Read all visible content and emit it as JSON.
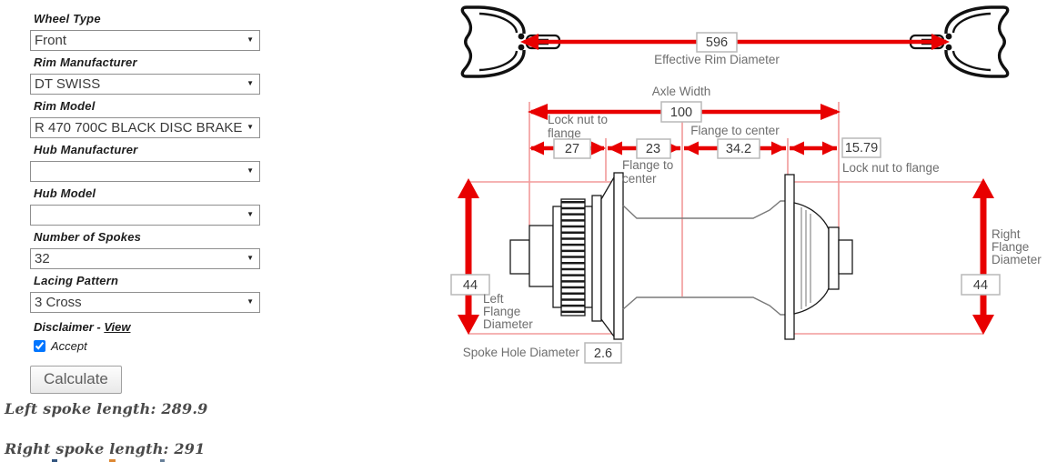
{
  "form": {
    "fields": [
      {
        "label": "Wheel Type",
        "value": "Front"
      },
      {
        "label": "Rim Manufacturer",
        "value": "DT SWISS"
      },
      {
        "label": "Rim Model",
        "value": "R 470 700C BLACK DISC BRAKE"
      },
      {
        "label": "Hub Manufacturer",
        "value": ""
      },
      {
        "label": "Hub Model",
        "value": ""
      },
      {
        "label": "Number of Spokes",
        "value": "32"
      },
      {
        "label": "Lacing Pattern",
        "value": "3 Cross"
      }
    ],
    "disclaimer_label": "Disclaimer -",
    "disclaimer_link": "View",
    "accept_label": "Accept",
    "accept_checked": true,
    "calculate_label": "Calculate"
  },
  "results": {
    "left": "Left spoke length: 289.9",
    "right": "Right spoke length: 291"
  },
  "icons": {
    "dropdown_arrow": "▼"
  },
  "colors": {
    "arrow_red": "#e80000",
    "construction_pink": "#f29a9a",
    "diagram_label_gray": "#6e6e6e"
  },
  "diagram": {
    "effective_rim_diameter": {
      "label": "Effective Rim Diameter",
      "value": "596"
    },
    "axle_width": {
      "label": "Axle Width",
      "value": "100"
    },
    "lock_nut_to_flange_left": {
      "line1": "Lock nut to",
      "line2": "flange",
      "value": "27"
    },
    "flange_to_center_left": {
      "line1": "Flange to",
      "line2": "center",
      "value": "23"
    },
    "flange_to_center_right": {
      "label": "Flange to center",
      "value": "34.2"
    },
    "lock_nut_to_flange_right": {
      "label": "Lock nut to flange",
      "value": "15.79"
    },
    "left_flange_diameter": {
      "line1": "Left",
      "line2": "Flange",
      "line3": "Diameter",
      "value": "44"
    },
    "right_flange_diameter": {
      "line1": "Right",
      "line2": "Flange",
      "line3": "Diameter",
      "value": "44"
    },
    "spoke_hole_diameter": {
      "label": "Spoke Hole Diameter",
      "value": "2.6"
    }
  }
}
